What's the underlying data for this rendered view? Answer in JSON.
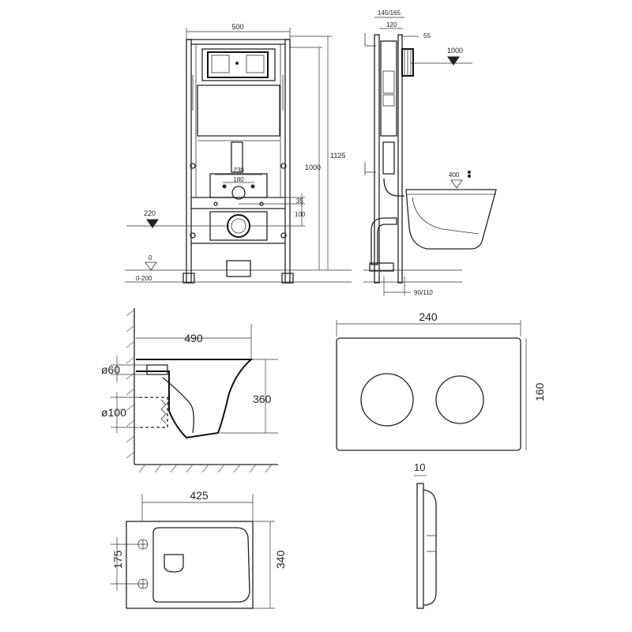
{
  "frame_front": {
    "width": "500",
    "height_total": "1125",
    "height_1000": "1000",
    "dim_230": "230",
    "dim_180": "180",
    "dim_35": "35",
    "dim_100": "100",
    "level_220": "220",
    "level_0": "0",
    "level_range": "0-200"
  },
  "frame_side": {
    "depth": "145/165",
    "dim_120": "120",
    "dim_55": "55",
    "level_1000": "1000",
    "level_400": "400",
    "dim_bottom": "90/110"
  },
  "bowl_side": {
    "length": "490",
    "height": "360",
    "inlet": "ø60",
    "outlet": "ø100"
  },
  "flush_plate": {
    "width": "240",
    "height": "160",
    "thickness": "10"
  },
  "bowl_top": {
    "width": "425",
    "length": "340",
    "bolt_spacing": "175"
  }
}
